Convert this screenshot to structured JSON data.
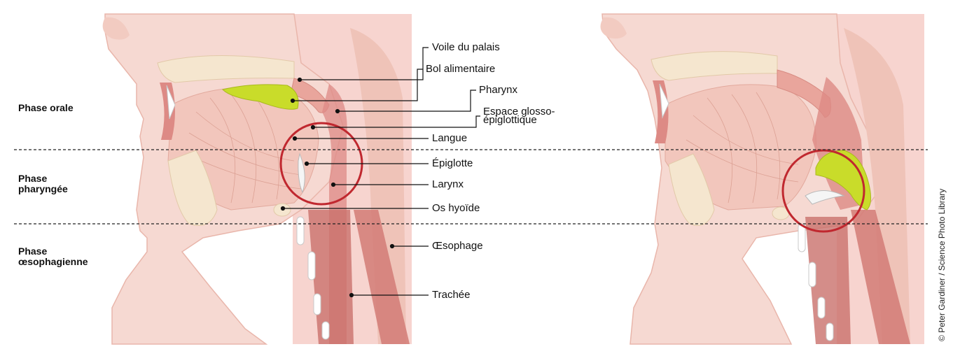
{
  "phases": {
    "oral": "Phase orale",
    "pharyngeal": "Phase\npharyngée",
    "esophageal": "Phase\nœsophagienne"
  },
  "labels": {
    "soft_palate": "Voile du palais",
    "bolus": "Bol alimentaire",
    "pharynx": "Pharynx",
    "glosso_epiglottic_space": "Espace glosso-\népiglottique",
    "tongue": "Langue",
    "epiglottis": "Épiglotte",
    "larynx": "Larynx",
    "hyoid_bone": "Os hyoïde",
    "esophagus": "Œsophage",
    "trachea": "Trachée"
  },
  "credit": "© Peter Gardiner / Science Photo Library",
  "colors": {
    "skin": "#f6d9d2",
    "skin_dark": "#efc3b8",
    "pink_bg": "#f4c9c4",
    "muscle": "#dd8a85",
    "tube": "#c9706c",
    "bone": "#f5e6cf",
    "bolus": "#c9dc2a",
    "circle": "#c0282f",
    "line": "#111111"
  }
}
